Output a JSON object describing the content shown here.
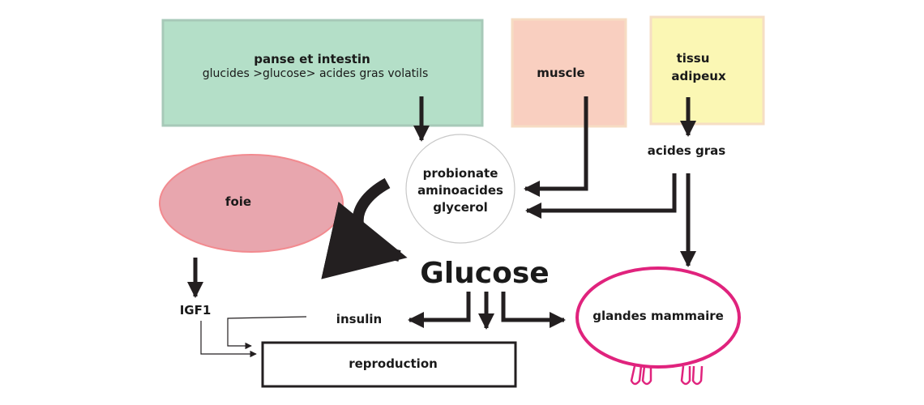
{
  "nodes": {
    "rumen": {
      "title": "panse et intestin",
      "subtitle": "glucides >glucose> acides gras volatils"
    },
    "muscle": {
      "title": "muscle"
    },
    "adipose": {
      "line1": "tissu",
      "line2": "adipeux"
    },
    "fatty_acids": {
      "label": "acides gras"
    },
    "precursors": {
      "line1": "probionate",
      "line2": "aminoacides",
      "line3": "glycerol"
    },
    "liver": {
      "label": "foie"
    },
    "glucose": {
      "label": "Glucose"
    },
    "igf1": {
      "label": "IGF1"
    },
    "insulin": {
      "label": "insulin"
    },
    "reproduction": {
      "label": "reproduction"
    },
    "mammary": {
      "label": "glandes mammaire"
    }
  },
  "colors": {
    "rumen_fill": "#b4dfc8",
    "rumen_stroke": "#a7c9b8",
    "muscle_fill": "#f9cfc0",
    "muscle_stroke": "#f6dcc3",
    "adipose_fill": "#fbf7b4",
    "adipose_stroke": "#f6dec4",
    "liver_fill": "#e8a6ae",
    "liver_stroke": "#f28a8f",
    "mammary_stroke": "#e0237d",
    "arrow": "#231f20"
  }
}
